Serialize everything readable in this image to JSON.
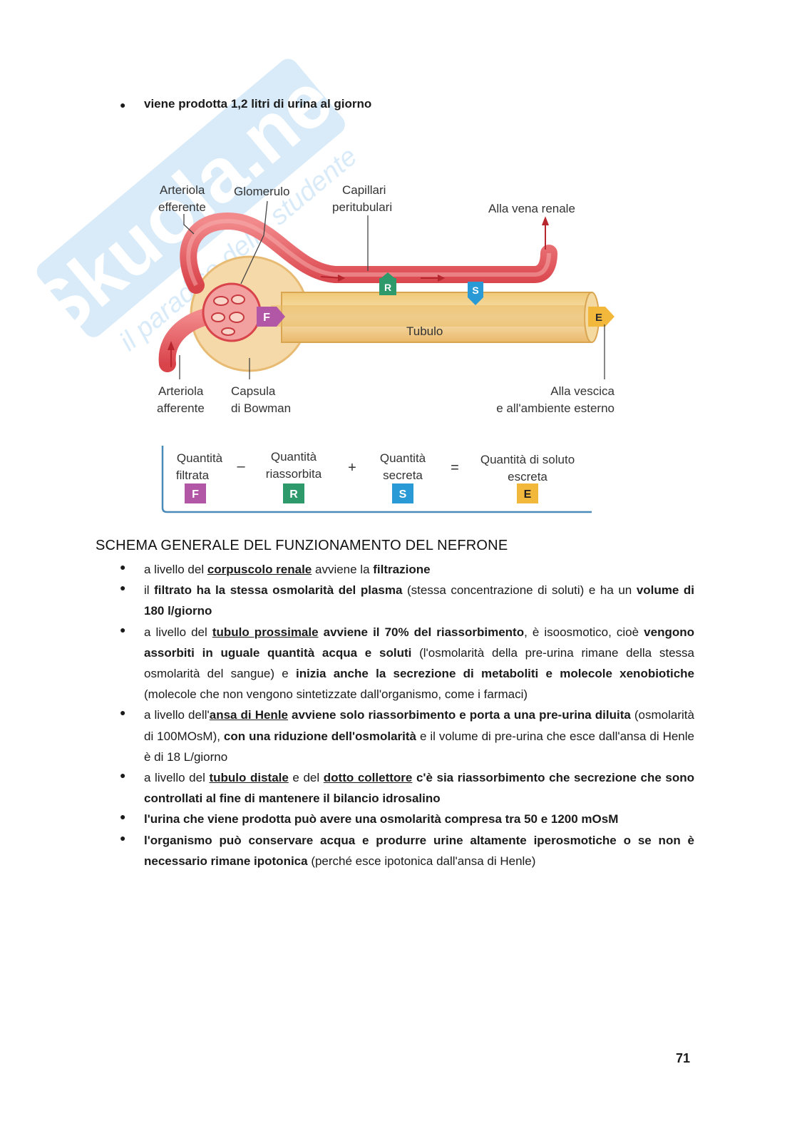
{
  "watermark": {
    "brand": "Skuola.net",
    "tagline": "il paradiso dello studente"
  },
  "intro_bullet": "viene prodotta 1,2 litri di urina al giorno",
  "diagram": {
    "labels": {
      "arteriola_efferente": [
        "Arteriola",
        "efferente"
      ],
      "glomerulo": "Glomerulo",
      "capillari": [
        "Capillari",
        "peritubulari"
      ],
      "vena_renale": "Alla vena renale",
      "tubulo": "Tubulo",
      "arteriola_afferente": [
        "Arteriola",
        "afferente"
      ],
      "capsula": [
        "Capsula",
        "di Bowman"
      ],
      "vescica": [
        "Alla vescica",
        "e all'ambiente esterno"
      ]
    },
    "badges": {
      "F": "F",
      "R": "R",
      "S": "S",
      "E": "E"
    },
    "equation": {
      "filtrata": [
        "Quantità",
        "filtrata"
      ],
      "minus": "–",
      "riassorbita": [
        "Quantità",
        "riassorbita"
      ],
      "plus": "+",
      "secreta": [
        "Quantità",
        "secreta"
      ],
      "equals": "=",
      "escreta": [
        "Quantità di soluto",
        "escreta"
      ]
    },
    "colors": {
      "F": "#b257a6",
      "R": "#2e9a6c",
      "S": "#2a9ad6",
      "E": "#f2b83c",
      "vessel": "#e4575c",
      "tubule": "#f4d9a0"
    }
  },
  "section_title": "SCHEMA GENERALE DEL FUNZIONAMENTO DEL NEFRONE",
  "bullets": {
    "b1": {
      "t1": "a livello del ",
      "u1": "corpuscolo renale",
      "t2": " avviene la ",
      "b1": "filtrazione"
    },
    "b2": {
      "t1": "il ",
      "b1": "filtrato ha la stessa osmolarità del plasma",
      "t2": " (stessa concentrazione di soluti) e ha un ",
      "b2": "volume di 180 l/giorno"
    },
    "b3": {
      "t1": "a livello del ",
      "u1": "tubulo prossimale",
      "b1": " avviene il 70% del riassorbimento",
      "t2": ", è isoosmotico, cioè ",
      "b2": "vengono assorbiti in uguale quantità acqua e soluti",
      "t3": " (l'osmolarità della pre-urina rimane della stessa osmolarità del sangue) e ",
      "b3": "inizia anche la secrezione di metaboliti e molecole xenobiotiche",
      "t4": " (molecole che non vengono sintetizzate dall'organismo, come i farmaci)"
    },
    "b4": {
      "t1": "a livello dell'",
      "u1": "ansa di Henle",
      "b1": " avviene solo riassorbimento e porta a una pre-urina diluita",
      "t2": " (osmolarità di 100MOsM), ",
      "b2": "con una riduzione dell'osmolarità",
      "t3": " e il volume di pre-urina che esce dall'ansa di Henle è di 18 L/giorno"
    },
    "b5": {
      "t1": "a livello del ",
      "u1": "tubulo distale",
      "t2": " e del ",
      "u2": "dotto collettore",
      "b1": " c'è sia riassorbimento che secrezione che sono controllati al fine di mantenere il bilancio idrosalino"
    },
    "b6": {
      "b1": "l'urina che viene prodotta può avere una osmolarità compresa tra 50 e 1200 mOsM"
    },
    "b7": {
      "b1": "l'organismo può conservare acqua e produrre urine altamente iperosmotiche o se non è necessario rimane ipotonica",
      "t1": " (perché esce ipotonica dall'ansa di Henle)"
    }
  },
  "page_number": "71"
}
